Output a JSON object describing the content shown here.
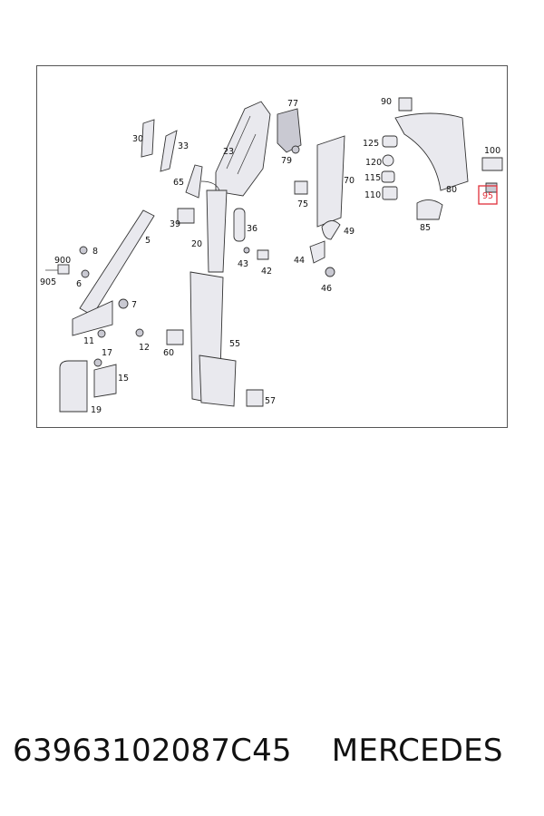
{
  "callouts": {
    "c77": "77",
    "c90": "90",
    "c30": "30",
    "c33": "33",
    "c23": "23",
    "c125": "125",
    "c120": "120",
    "c115": "115",
    "c110": "110",
    "c100": "100",
    "c79": "79",
    "c70": "70",
    "c80": "80",
    "c95": "95",
    "c65": "65",
    "c75": "75",
    "c85": "85",
    "c39": "39",
    "c36": "36",
    "c49": "49",
    "c5": "5",
    "c20": "20",
    "c8": "8",
    "c43": "43",
    "c42": "42",
    "c44": "44",
    "c900": "900",
    "c905": "905",
    "c6": "6",
    "c46": "46",
    "c7": "7",
    "c11": "11",
    "c12": "12",
    "c60": "60",
    "c55": "55",
    "c17": "17",
    "c15": "15",
    "c57": "57",
    "c19": "19"
  },
  "highlighted_callout": "95",
  "colors": {
    "highlight": "#e0303a"
  },
  "caption": {
    "part_number": "63963102087C45",
    "brand": "MERCEDES"
  }
}
